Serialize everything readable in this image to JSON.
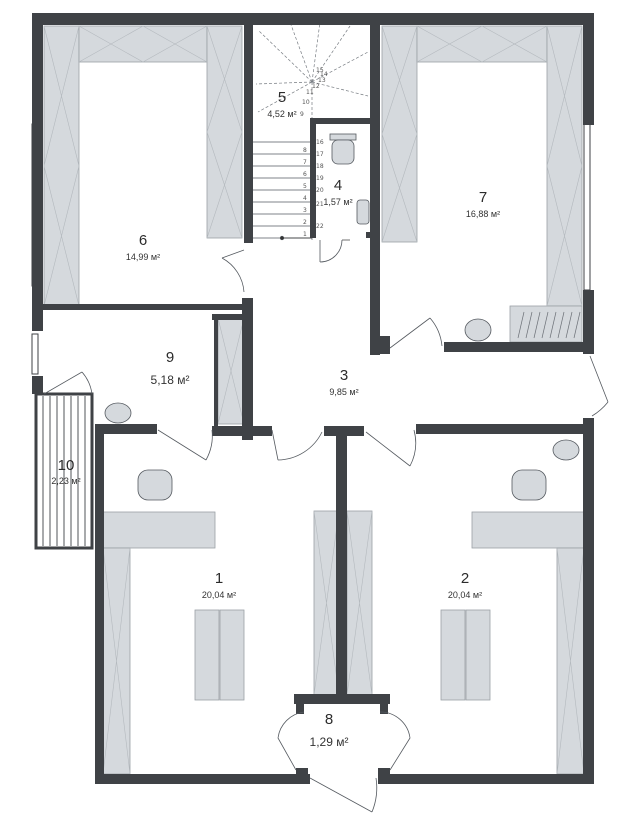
{
  "colors": {
    "wall": "#3f4246",
    "furniture": "#d5d9dd",
    "furniture_stroke": "#9aa0a6",
    "window": "#c8ccd0",
    "line": "#555a60"
  },
  "rooms": [
    {
      "id": "1",
      "number": "1",
      "area": "20,04 м²"
    },
    {
      "id": "2",
      "number": "2",
      "area": "20,04 м²"
    },
    {
      "id": "3",
      "number": "3",
      "area": "9,85 м²"
    },
    {
      "id": "4",
      "number": "4",
      "area": "1,57 м²"
    },
    {
      "id": "5",
      "number": "5",
      "area": "4,52 м²"
    },
    {
      "id": "6",
      "number": "6",
      "area": "14,99 м²"
    },
    {
      "id": "7",
      "number": "7",
      "area": "16,88 м²"
    },
    {
      "id": "8",
      "number": "8",
      "area": "1,29 м²"
    },
    {
      "id": "9",
      "number": "9",
      "area": "5,18 м²"
    },
    {
      "id": "10",
      "number": "10",
      "area": "2,23 м²"
    }
  ],
  "stair_steps": [
    "1",
    "2",
    "3",
    "4",
    "5",
    "6",
    "7",
    "8",
    "9",
    "10",
    "11",
    "12",
    "13",
    "14",
    "15",
    "16",
    "17",
    "18",
    "19",
    "20",
    "21",
    "22"
  ]
}
